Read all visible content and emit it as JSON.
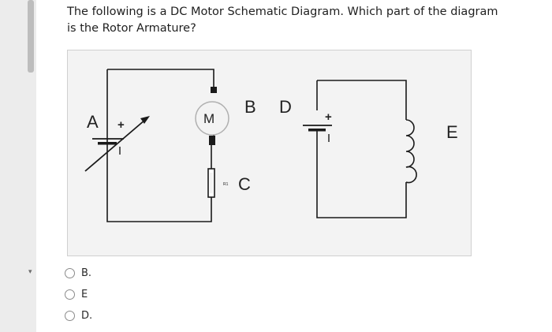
{
  "question": {
    "text": "The following is a DC Motor Schematic Diagram. Which part of the diagram is the Rotor Armature?"
  },
  "diagram": {
    "labels": {
      "a": "A",
      "b": "B",
      "c": "C",
      "d": "D",
      "e": "E",
      "motor": "M",
      "resistor": "R1",
      "plus_left": "+",
      "plus_right": "+"
    }
  },
  "options": [
    {
      "label": "B."
    },
    {
      "label": "E"
    },
    {
      "label": "D."
    }
  ],
  "colors": {
    "diagram_bg": "#f3f3f3",
    "wire": "#1a1a1a",
    "label_text": "#222222"
  }
}
